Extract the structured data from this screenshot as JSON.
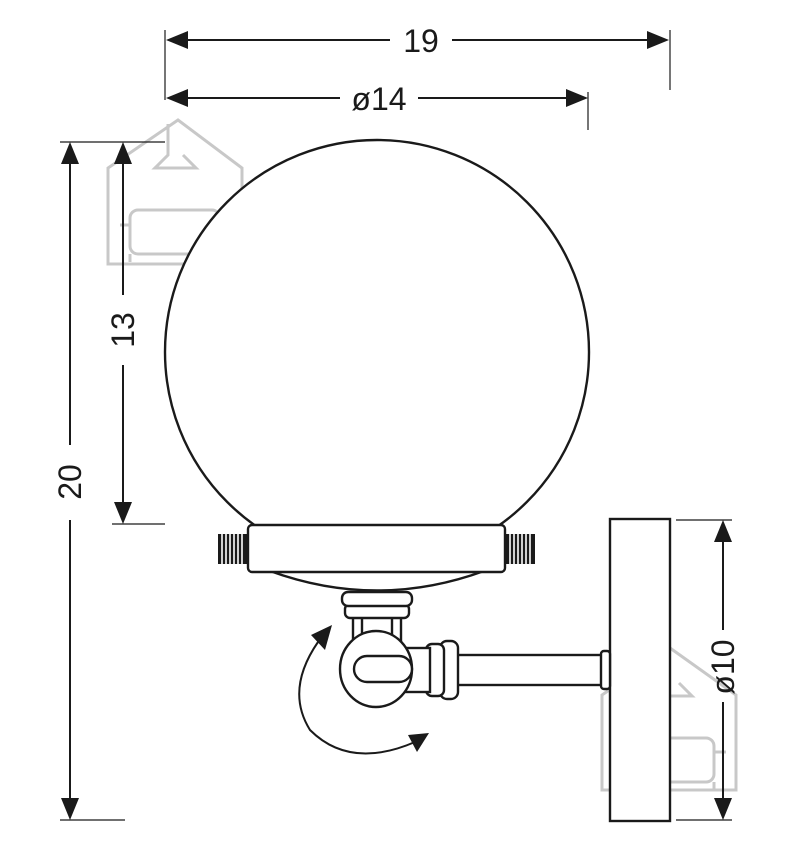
{
  "dimensions": {
    "total_width": "19",
    "globe_diameter": "ø14",
    "total_height": "20",
    "globe_height": "13",
    "wallplate_diameter": "ø10"
  },
  "icons": {
    "watermark": "house-with-lamp-and-sofa-icon",
    "rotation": "rotation-arrow-icon"
  }
}
